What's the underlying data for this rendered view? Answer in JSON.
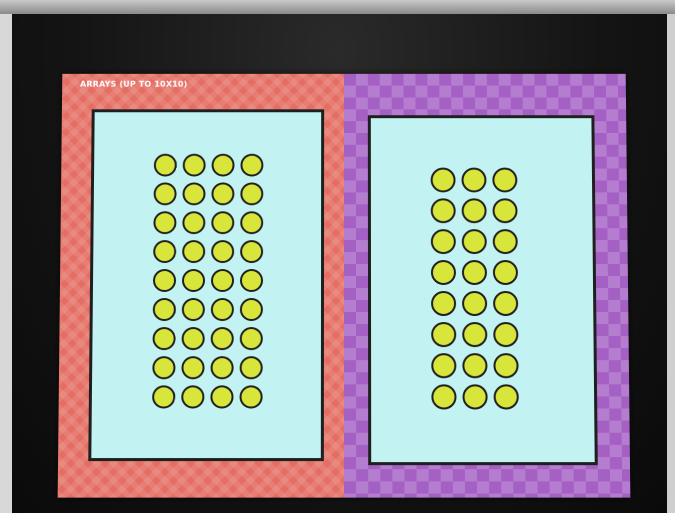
{
  "title": "ARRAYS (UP TO 10X10)",
  "left_array": {
    "rows": 9,
    "columns": 4
  },
  "right_array": {
    "rows": 8,
    "columns": 3
  },
  "colors": {
    "left_panel": "#e46e63",
    "right_panel": "#a560c4",
    "card": "#c3f2f3",
    "dot": "#d8e53a",
    "outline": "#1f1f1f"
  }
}
